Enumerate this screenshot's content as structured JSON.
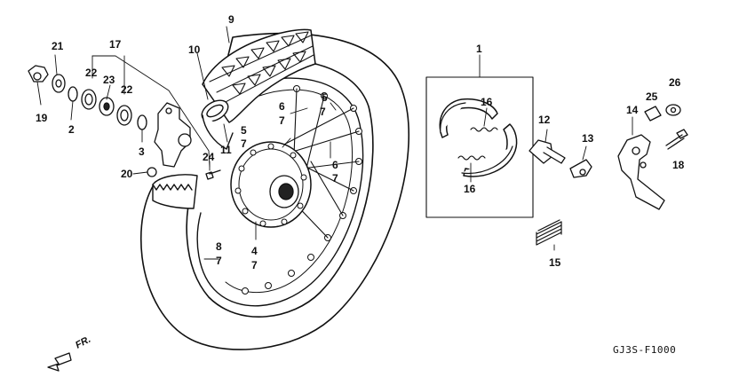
{
  "diagram": {
    "reference_code": "GJ3S-F1000",
    "direction_label": "FR.",
    "callouts": [
      {
        "id": "c21",
        "text": "21"
      },
      {
        "id": "c17",
        "text": "17"
      },
      {
        "id": "c22a",
        "text": "22"
      },
      {
        "id": "c22b",
        "text": "22"
      },
      {
        "id": "c23",
        "text": "23"
      },
      {
        "id": "c19",
        "text": "19"
      },
      {
        "id": "c2",
        "text": "2"
      },
      {
        "id": "c3",
        "text": "3"
      },
      {
        "id": "c20",
        "text": "20"
      },
      {
        "id": "c24",
        "text": "24"
      },
      {
        "id": "c9",
        "text": "9"
      },
      {
        "id": "c10",
        "text": "10"
      },
      {
        "id": "c11",
        "text": "11"
      },
      {
        "id": "c5a",
        "text": "5"
      },
      {
        "id": "c7a",
        "text": "7"
      },
      {
        "id": "c6a",
        "text": "6"
      },
      {
        "id": "c7b",
        "text": "7"
      },
      {
        "id": "c5b",
        "text": "5"
      },
      {
        "id": "c7c",
        "text": "7"
      },
      {
        "id": "c6b",
        "text": "6"
      },
      {
        "id": "c7d",
        "text": "7"
      },
      {
        "id": "c4",
        "text": "4"
      },
      {
        "id": "c7e",
        "text": "7"
      },
      {
        "id": "c8",
        "text": "8"
      },
      {
        "id": "c7f",
        "text": "7"
      },
      {
        "id": "c1",
        "text": "1"
      },
      {
        "id": "c16a",
        "text": "16"
      },
      {
        "id": "c16b",
        "text": "16"
      },
      {
        "id": "c12",
        "text": "12"
      },
      {
        "id": "c13",
        "text": "13"
      },
      {
        "id": "c15",
        "text": "15"
      },
      {
        "id": "c14",
        "text": "14"
      },
      {
        "id": "c25",
        "text": "25"
      },
      {
        "id": "c26",
        "text": "26"
      },
      {
        "id": "c18",
        "text": "18"
      }
    ]
  }
}
